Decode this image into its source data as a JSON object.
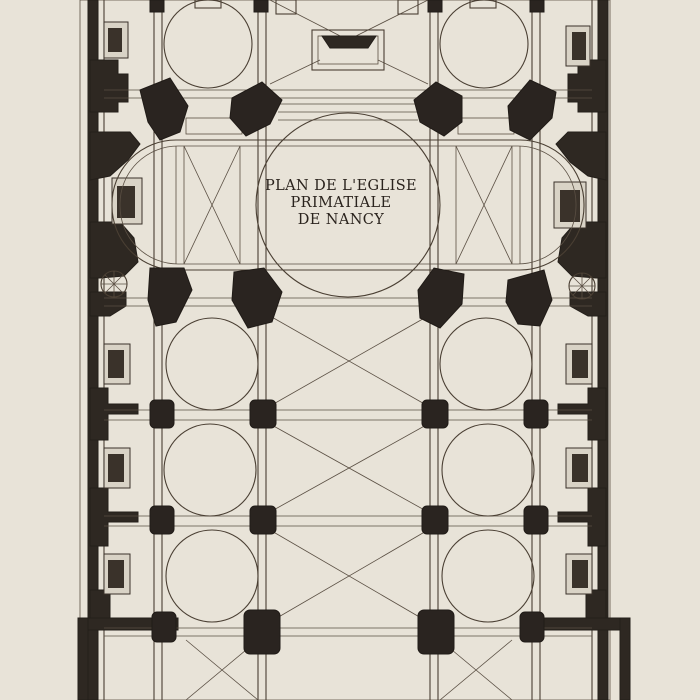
{
  "plate": {
    "title_lines": [
      "PLAN DE L'EGLISE",
      "PRIMATIALE",
      "DE NANCY"
    ]
  },
  "colors": {
    "paper": "#e8e3d8",
    "ink": "#2e2822",
    "line": "#4a3f33"
  }
}
